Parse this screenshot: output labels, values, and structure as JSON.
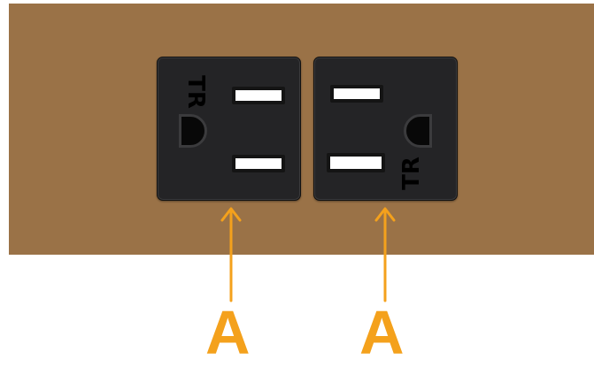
{
  "outlets": [
    {
      "id": "left",
      "marking": "TR",
      "label": "A"
    },
    {
      "id": "right",
      "marking": "TR",
      "label": "A"
    }
  ],
  "colors": {
    "wall": "#9a7247",
    "faceplate": "#242426",
    "slot": "#ffffff",
    "arrow": "#f4a11c"
  }
}
